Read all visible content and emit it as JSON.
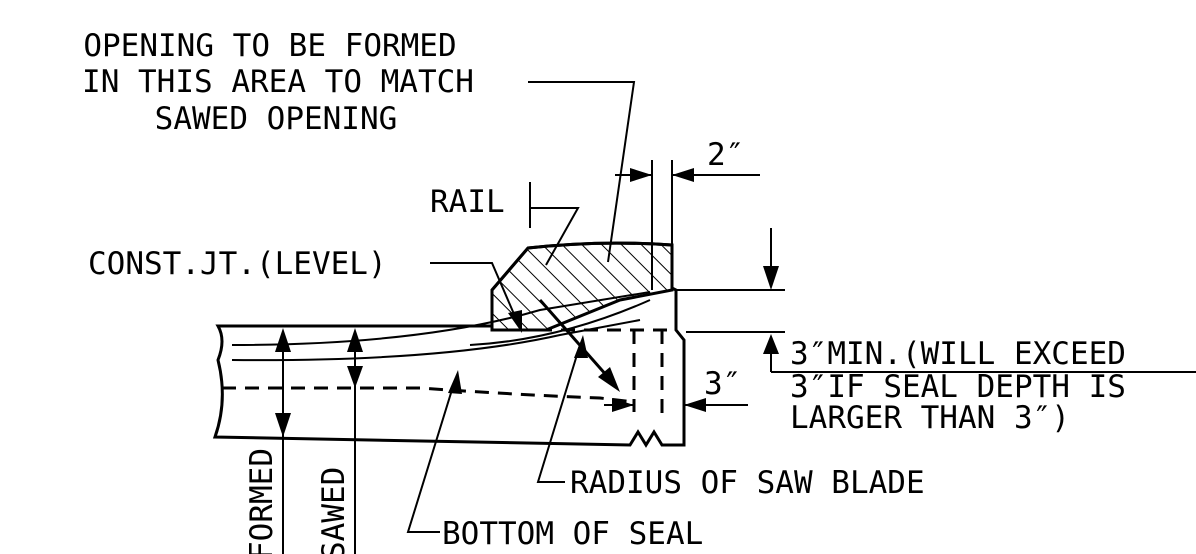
{
  "labels": {
    "opening_line1": "OPENING TO BE FORMED",
    "opening_line2": "IN THIS AREA TO MATCH",
    "opening_line3": "SAWED OPENING",
    "rail": "RAIL",
    "const_jt": "CONST.JT.(LEVEL)",
    "dim_2in": "2″",
    "min_line1": "3″MIN.(WILL EXCEED",
    "min_line2": "3″IF SEAL DEPTH IS",
    "min_line3": "LARGER THAN 3″)",
    "dim_3in": "3″",
    "radius": "RADIUS OF SAW BLADE",
    "bottom_seal": "BOTTOM OF SEAL",
    "formed": "FORMED",
    "sawed": "SAWED"
  }
}
